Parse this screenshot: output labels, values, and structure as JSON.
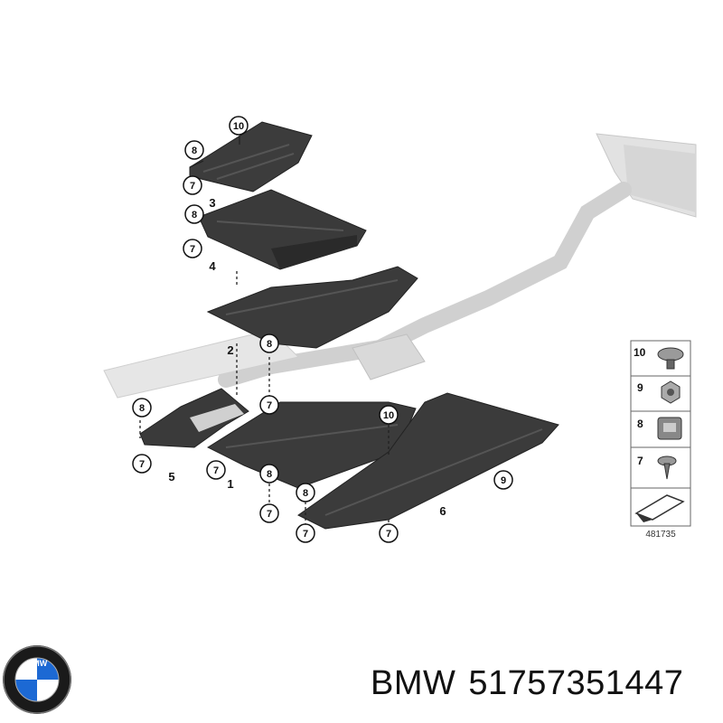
{
  "diagram": {
    "part_numbers": [
      "1",
      "2",
      "3",
      "4",
      "5",
      "6"
    ],
    "callouts": {
      "c10a": "10",
      "c8a": "8",
      "c7a": "7",
      "c8b": "8",
      "c7b": "7",
      "c8c": "8",
      "c7c": "7",
      "c8d": "8",
      "c7d": "7",
      "c7e": "7",
      "c8e": "8",
      "c7f": "7",
      "c10b": "10",
      "c8f": "8",
      "c7g": "7",
      "c7h": "7",
      "c9": "9"
    },
    "legend": {
      "items": [
        "10",
        "9",
        "8",
        "7"
      ],
      "code": "481735"
    },
    "colors": {
      "panel": "#3a3a3a",
      "exhaust": "#d6d6d6",
      "brand_blue": "#1c69d4"
    }
  },
  "footer": {
    "brand": "BMW",
    "part_number": "51757351447",
    "logo_text": "BMW"
  }
}
